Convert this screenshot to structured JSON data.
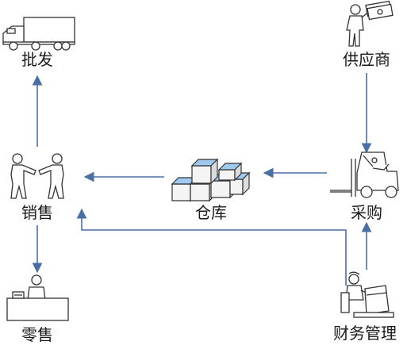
{
  "nodes": {
    "wholesale": {
      "label": "批发",
      "icon": "delivery-truck-icon"
    },
    "supplier": {
      "label": "供应商",
      "icon": "person-with-money-icon"
    },
    "sales": {
      "label": "销售",
      "icon": "handshake-people-icon"
    },
    "warehouse": {
      "label": "仓库",
      "icon": "stacked-boxes-icon"
    },
    "purchasing": {
      "label": "采购",
      "icon": "forklift-icon"
    },
    "retail": {
      "label": "零售",
      "icon": "cashier-counter-icon"
    },
    "finance": {
      "label": "财务管理",
      "icon": "person-at-computer-icon"
    }
  },
  "edges": [
    {
      "from": "销售",
      "to": "批发"
    },
    {
      "from": "供应商",
      "to": "采购"
    },
    {
      "from": "采购",
      "to": "仓库"
    },
    {
      "from": "仓库",
      "to": "销售"
    },
    {
      "from": "销售",
      "to": "零售"
    },
    {
      "from": "财务管理",
      "to": "采购"
    },
    {
      "from": "财务管理",
      "to": "销售"
    }
  ],
  "colors": {
    "arrow": "#4a6fa5",
    "box_face": "#f4f4f4",
    "box_top": "#9fc9ef",
    "line": "#222222"
  }
}
